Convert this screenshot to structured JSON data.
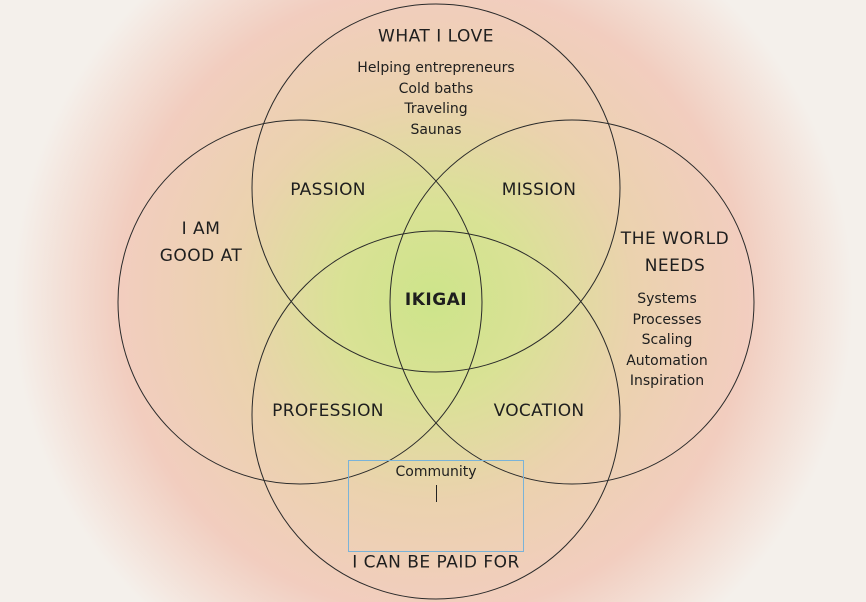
{
  "diagram": {
    "circles": {
      "love": {
        "title": "WHAT I LOVE",
        "items": [
          "Helping entrepreneurs",
          "Cold baths",
          "Traveling",
          "Saunas"
        ]
      },
      "good_at": {
        "title_lines": [
          "I AM",
          "GOOD AT"
        ]
      },
      "world_needs": {
        "title_lines": [
          "THE WORLD",
          "NEEDS"
        ],
        "items": [
          "Systems",
          "Processes",
          "Scaling",
          "Automation",
          "Inspiration"
        ]
      },
      "paid_for": {
        "title": "I CAN BE PAID FOR"
      }
    },
    "overlaps": {
      "passion": "PASSION",
      "mission": "MISSION",
      "profession": "PROFESSION",
      "vocation": "VOCATION",
      "center": "IKIGAI"
    },
    "editor": {
      "text": "Community"
    }
  },
  "colors": {
    "background": "#f4f0eb",
    "glow_outer": "#f1c9bb",
    "glow_center": "#cde48a",
    "circle_stroke": "#2a2a2a",
    "editor_border": "#7ab3d8"
  }
}
